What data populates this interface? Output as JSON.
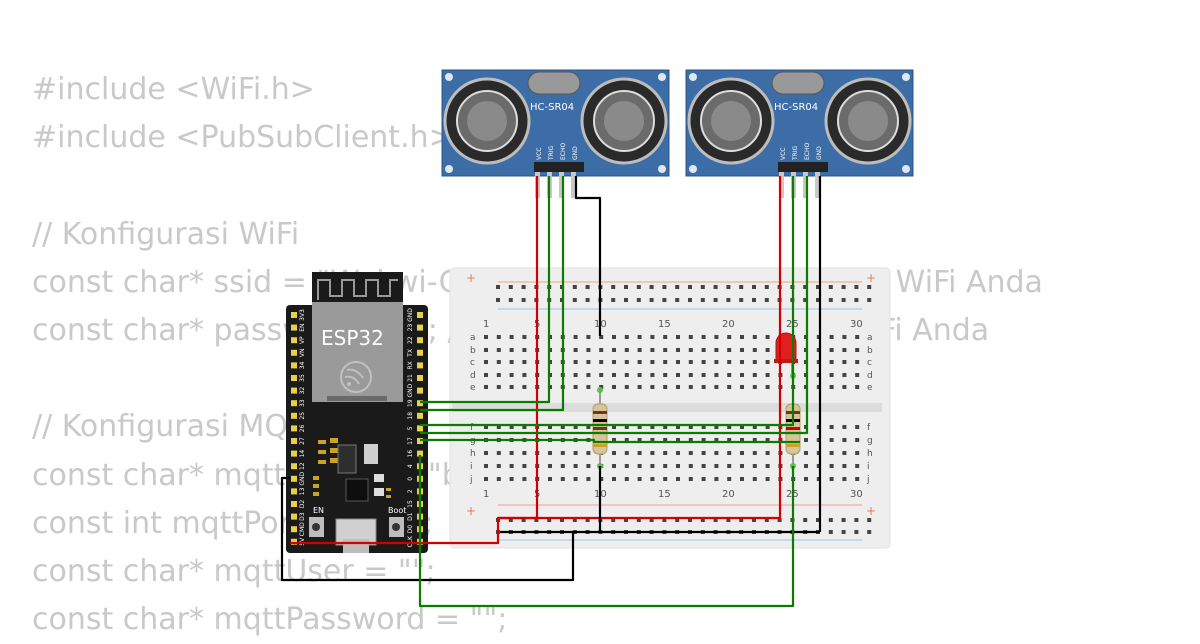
{
  "code_lines": [
    "#include <WiFi.h>",
    "#include <PubSubClient.h>",
    "",
    "// Konfigurasi WiFi",
    "const char* ssid = \"Wokwi-GUEST\"; // Ganti dengan SSID WiFi Anda",
    "const char* password = \"\"; // Ganti dengan password WiFi Anda",
    "",
    "// Konfigurasi MQTT",
    "const char* mqttServer = \"broker.emqx.io\";",
    "const int mqttPort = 1883;",
    "const char* mqttUser = \"\";",
    "const char* mqttPassword = \"\";"
  ],
  "sensors": [
    {
      "label": "HC-SR04",
      "pins": [
        "VCC",
        "TRIG",
        "ECHO",
        "GND"
      ]
    },
    {
      "label": "HC-SR04",
      "pins": [
        "VCC",
        "TRIG",
        "ECHO",
        "GND"
      ]
    }
  ],
  "esp32": {
    "label": "ESP32",
    "left_pins": [
      "3V3",
      "EN",
      "VP",
      "VN",
      "34",
      "35",
      "32",
      "33",
      "25",
      "26",
      "27",
      "14",
      "12",
      "GND",
      "13",
      "D2",
      "D3",
      "CMD",
      "5V"
    ],
    "right_pins": [
      "GND",
      "23",
      "22",
      "TX",
      "RX",
      "21",
      "GND",
      "19",
      "18",
      "5",
      "17",
      "16",
      "4",
      "0",
      "2",
      "15",
      "D1",
      "D0",
      "CLK"
    ],
    "button_labels": [
      "EN",
      "Boot"
    ]
  },
  "breadboard": {
    "column_numbers": [
      "1",
      "5",
      "10",
      "15",
      "20",
      "25",
      "30"
    ],
    "top_rows": [
      "a",
      "b",
      "c",
      "d",
      "e"
    ],
    "bottom_rows": [
      "f",
      "g",
      "h",
      "i",
      "j"
    ],
    "plus": "+"
  },
  "colors": {
    "wire_red": "#d40000",
    "wire_green": "#0a7d00",
    "wire_black": "#000000",
    "sensor_board": "#3d6da6",
    "esp_board": "#1a1a1a",
    "led": "#e0201f",
    "code_text": "#c9c9c9"
  }
}
